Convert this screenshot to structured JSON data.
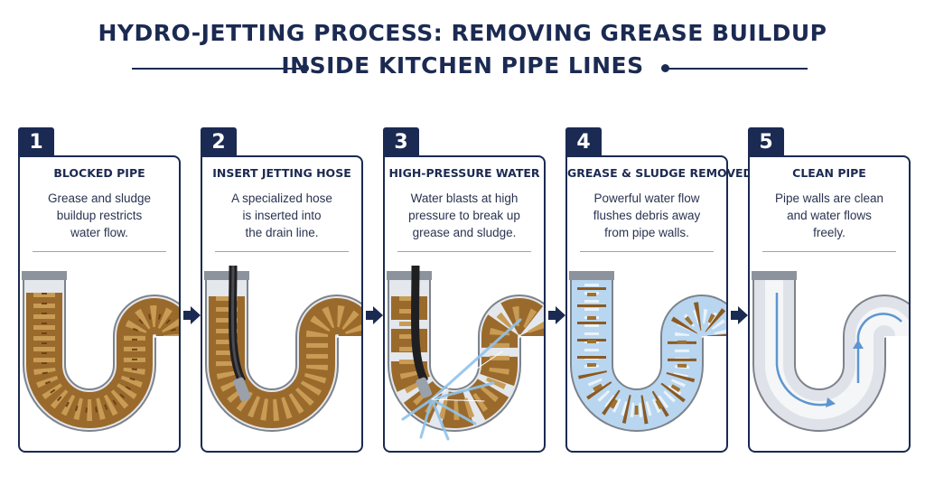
{
  "title": {
    "line1": "HYDRO-JETTING PROCESS: REMOVING GREASE BUILDUP",
    "line2": "INSIDE KITCHEN PIPE LINES"
  },
  "steps": [
    {
      "number": "1",
      "heading": "BLOCKED PIPE",
      "description": "Grease and sludge\nbuildup restricts\nwater flow."
    },
    {
      "number": "2",
      "heading": "INSERT JETTING HOSE",
      "description": "A specialized hose\nis inserted into\nthe drain line."
    },
    {
      "number": "3",
      "heading": "HIGH-PRESSURE WATER",
      "description": "Water blasts at high\npressure to break up\ngrease and sludge."
    },
    {
      "number": "4",
      "heading": "GREASE & SLUDGE REMOVED",
      "description": "Powerful water flow\nflushes debris away\nfrom pipe walls."
    },
    {
      "number": "5",
      "heading": "CLEAN PIPE",
      "description": "Pipe walls are clean\nand water flows\nfreely."
    }
  ],
  "colors": {
    "navy": "#1b2a52",
    "grease": "#8a5a22",
    "grease_light": "#c49a52",
    "water": "#6fa3d8",
    "pipe_steel": "#c9ced6"
  },
  "icons": [
    "pipe-trap-icon",
    "jetting-hose-icon",
    "water-spray-icon",
    "flow-arrow-icon",
    "chevron-right-icon"
  ]
}
